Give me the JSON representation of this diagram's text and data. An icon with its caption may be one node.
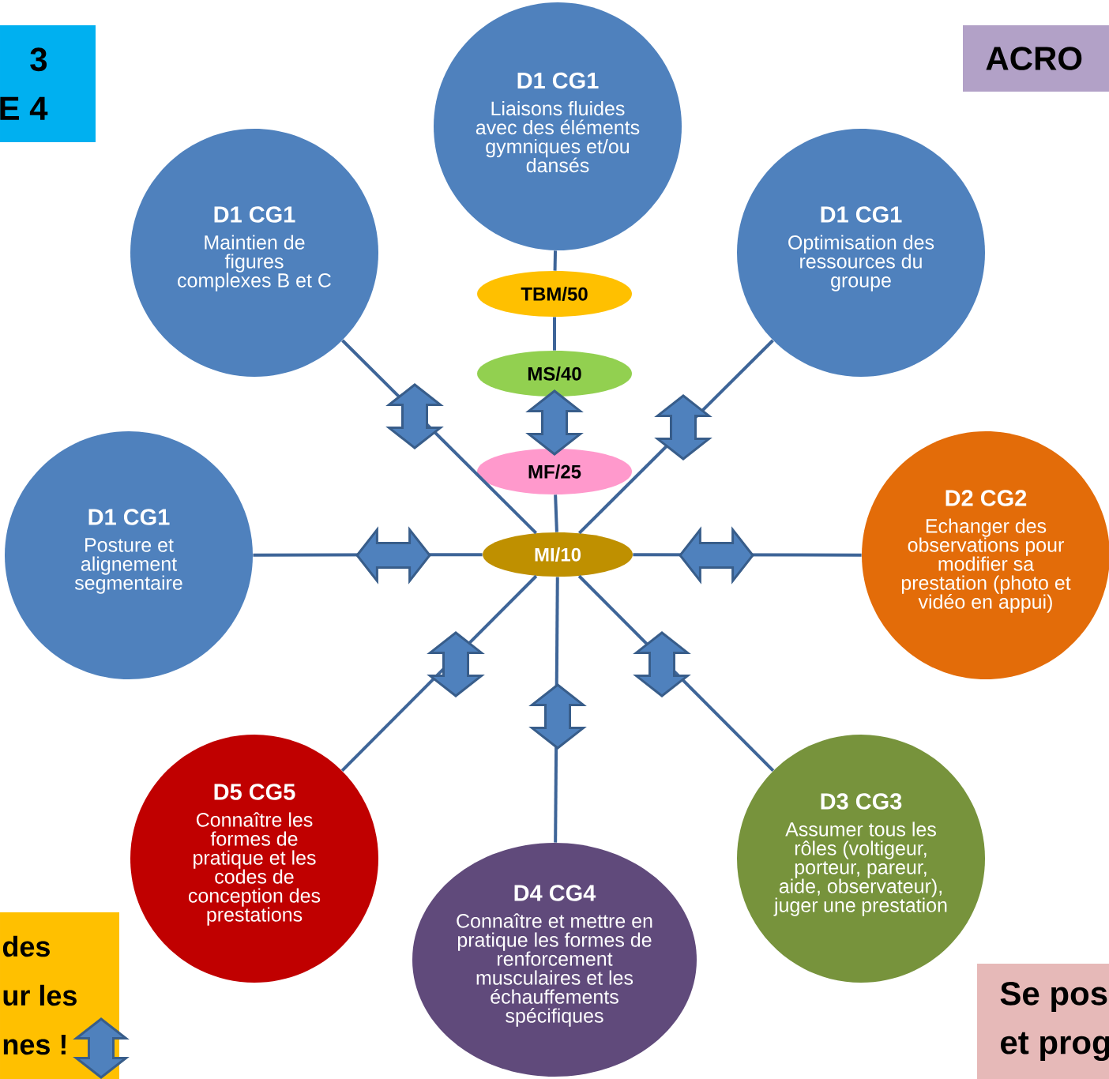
{
  "diagram": {
    "nodes": [
      {
        "text": [
          "3",
          "E 4"
        ]
      },
      {
        "text": [
          "D1 CG1",
          "Liaisons fluides avec des éléments gymniques et/ou dansés"
        ]
      },
      {
        "text": [
          "ACRO"
        ]
      },
      {
        "text": [
          "D1 CG1",
          "Maintien de figures complexes B et C"
        ]
      },
      {
        "text": [
          "D1 CG1",
          "Optimisation des ressources du groupe"
        ]
      },
      {
        "text": [
          "TBM/50"
        ]
      },
      {
        "text": [
          "MS/40"
        ]
      },
      {
        "text": [
          "MF/25"
        ]
      },
      {
        "text": [
          "D1 CG1",
          "Posture et alignement segmentaire"
        ]
      },
      {
        "text": [
          "MI/10"
        ]
      },
      {
        "text": [
          "D2 CG2",
          "Echanger des observations pour modifier sa prestation (photo et vidéo en appui)"
        ]
      },
      {
        "text": [
          "D5 CG5",
          "Connaître les formes de pratique et les codes de conception des prestations"
        ]
      },
      {
        "text": [
          "D3 CG3",
          "Assumer tous les rôles (voltigeur, porteur, pareur, aide, observateur), juger une prestation"
        ]
      },
      {
        "text": [
          "D4 CG4",
          "Connaître et mettre en pratique les formes de renforcement musculaires et les échauffements spécifiques"
        ]
      },
      {
        "text": [
          "des",
          "ur les",
          "nes !"
        ]
      },
      {
        "text": [
          "Se pos",
          "et prog"
        ]
      }
    ],
    "edges": [
      {
        "from": 1,
        "to": 5,
        "arrow": "none"
      },
      {
        "from": 5,
        "to": 6,
        "arrow": "none"
      },
      {
        "from": 6,
        "to": 7,
        "arrow": "both"
      },
      {
        "from": 7,
        "to": 9,
        "arrow": "none"
      },
      {
        "from": 9,
        "to": 3,
        "arrow": "none"
      },
      {
        "from": 9,
        "to": 4,
        "arrow": "none"
      },
      {
        "from": 9,
        "to": 8,
        "arrow": "none"
      },
      {
        "from": 9,
        "to": 10,
        "arrow": "none"
      },
      {
        "from": 9,
        "to": 11,
        "arrow": "none"
      },
      {
        "from": 9,
        "to": 12,
        "arrow": "none"
      },
      {
        "from": 9,
        "to": 13,
        "arrow": "none"
      }
    ]
  }
}
